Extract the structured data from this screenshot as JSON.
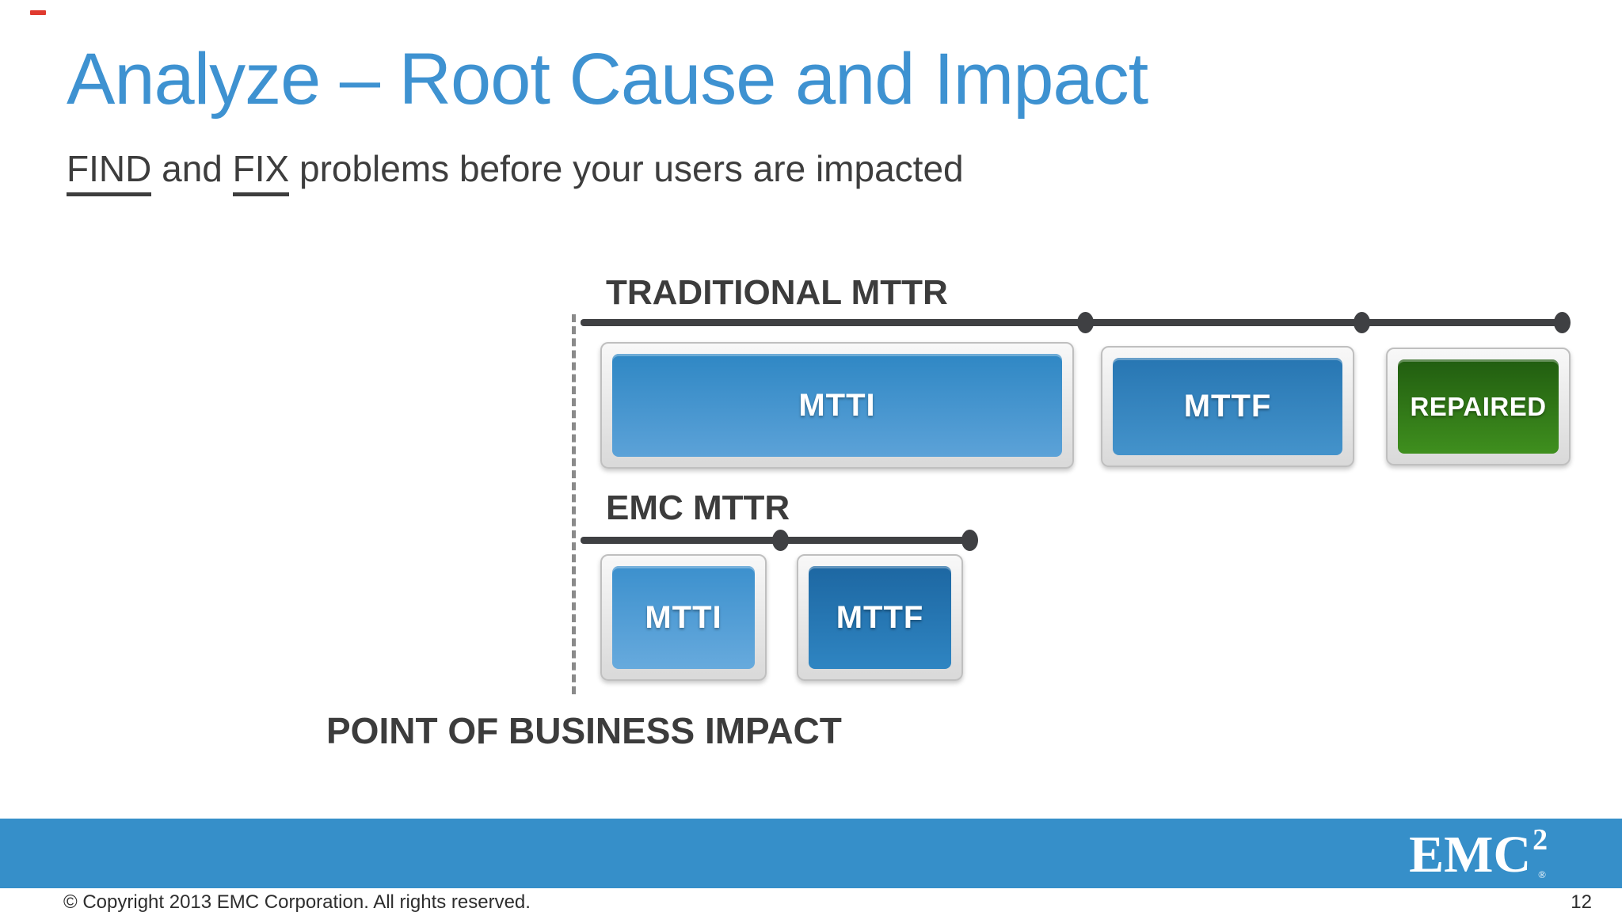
{
  "slide": {
    "title": "Analyze – Root Cause and Impact",
    "subtitle_find": "FIND",
    "subtitle_and": " and ",
    "subtitle_fix": "FIX",
    "subtitle_rest": " problems before your users are impacted"
  },
  "diagram": {
    "traditional": {
      "label": "TRADITIONAL MTTR",
      "boxes": [
        {
          "label": "MTTI",
          "color": "#3B8CC9"
        },
        {
          "label": "MTTF",
          "color": "#2E7FB9"
        },
        {
          "label": "REPAIRED",
          "color": "#2F7517"
        }
      ]
    },
    "emc": {
      "label": "EMC MTTR",
      "boxes": [
        {
          "label": "MTTI",
          "color": "#4A9AD4"
        },
        {
          "label": "MTTF",
          "color": "#2374B0"
        }
      ]
    },
    "impact_label": "POINT OF BUSINESS IMPACT"
  },
  "footer": {
    "logo_text": "EMC",
    "logo_sup": "2",
    "logo_reg": "®",
    "copyright": "© Copyright 2013 EMC Corporation. All rights reserved.",
    "page_number": "12"
  },
  "colors": {
    "title_blue": "#3E92D1",
    "text_dark": "#3C3C3C",
    "timeline_dark": "#3F4043",
    "dashed_gray": "#8A8A8A",
    "footer_bar_blue": "#368FC9",
    "repaired_green": "#2F7517"
  }
}
